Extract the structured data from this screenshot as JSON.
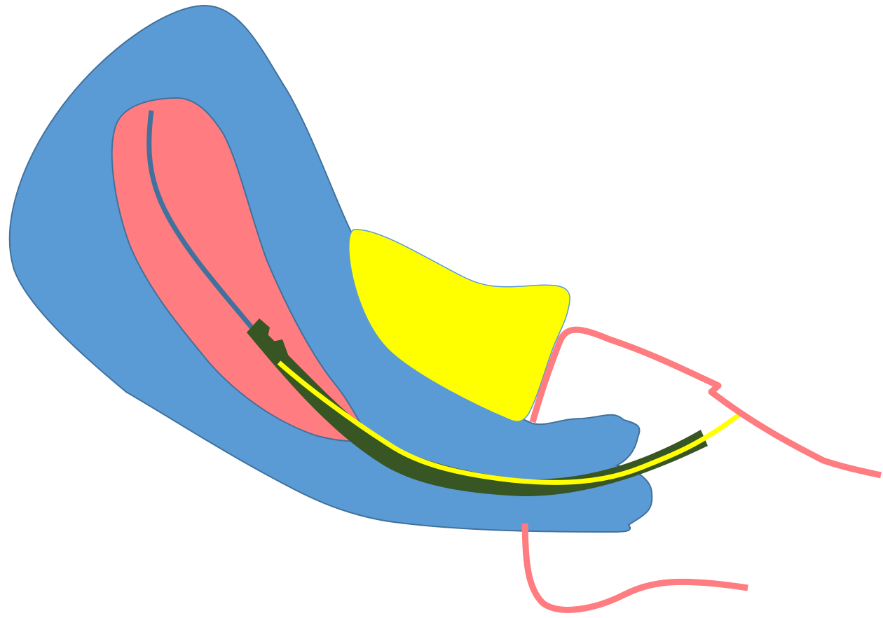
{
  "diagram": {
    "background": "#ffffff",
    "colors": {
      "outer_organ_fill": "#5b9bd5",
      "outer_organ_stroke": "#41719c",
      "inner_cavity_fill": "#ff7c80",
      "inner_cavity_stroke": "#41719c",
      "mass_fill": "#ffff00",
      "mass_stroke": "#5b9bd5",
      "sheath_color": "#375623",
      "guidewire_color": "#ffff00",
      "inner_line_color": "#41719c",
      "external_line_color": "#ff7c80"
    },
    "parts": [
      "outer-organ",
      "inner-cavity",
      "inner-line",
      "yellow-mass",
      "sheath",
      "guidewire",
      "external-line-upper",
      "external-line-lower"
    ]
  }
}
